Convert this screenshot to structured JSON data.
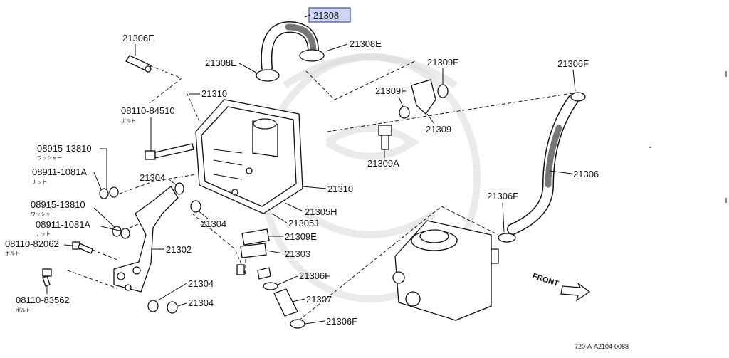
{
  "diagram": {
    "highlight_part": "21308",
    "labels": {
      "p21308": "21308",
      "p21308E_right": "21308E",
      "p21308E_left": "21308E",
      "p21306E": "21306E",
      "p21310_top": "21310",
      "p08110_84510": "08110-84510",
      "bolt1": "ボルト",
      "p08915_13810_a": "08915-13810",
      "washer1": "ワッシャー",
      "p08911_1081A_a": "08911-1081A",
      "nut1": "ナット",
      "p21304_a": "21304",
      "p08915_13810_b": "08915-13810",
      "washer2": "ワッシャー",
      "p08911_1081A_b": "08911-1081A",
      "nut2": "ナット",
      "p08110_82062": "08110-82062",
      "bolt2": "ボルト",
      "p21302": "21302",
      "p08110_83562": "08110-83562",
      "bolt3": "ボルト",
      "p21304_b": "21304",
      "p21304_c": "21304",
      "p21304_d": "21304",
      "p21310_right": "21310",
      "p21305H": "21305H",
      "p21305J": "21305J",
      "p21309E": "21309E",
      "p21303": "21303",
      "p21306F_mid": "21306F",
      "p21307": "21307",
      "p21306F_bottom": "21306F",
      "p21309F_top": "21309F",
      "p21309F_left": "21309F",
      "p21309": "21309",
      "p21309A": "21309A",
      "p21306F_topright": "21306F",
      "p21306": "21306",
      "p21306F_right": "21306F",
      "front": "FRONT",
      "code": "720-A-A2104-0088"
    }
  }
}
